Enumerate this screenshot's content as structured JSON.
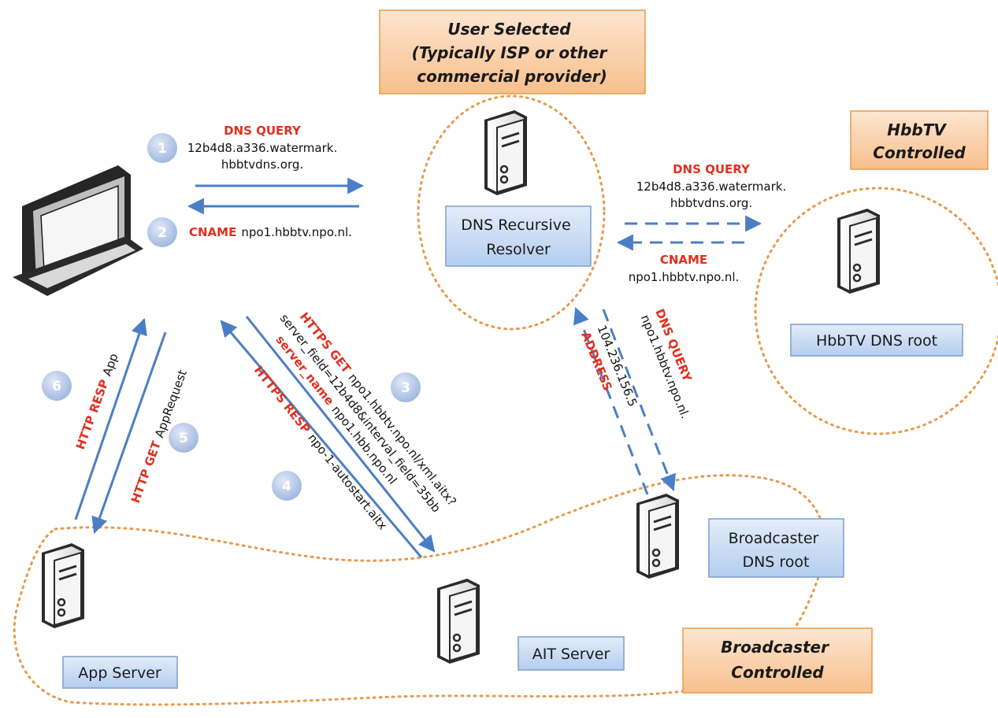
{
  "zones": {
    "user_selected": {
      "title_lines": [
        "User Selected",
        "(Typically ISP or other",
        "commercial provider)"
      ]
    },
    "hbbtv": {
      "title_lines": [
        "HbbTV",
        "Controlled"
      ]
    },
    "broadcaster": {
      "title_lines": [
        "Broadcaster",
        "Controlled"
      ]
    }
  },
  "nodes": {
    "resolver": {
      "lines": [
        "DNS Recursive",
        "Resolver"
      ]
    },
    "hbbtv_root": {
      "lines": [
        "HbbTV DNS root"
      ]
    },
    "broadcaster_root": {
      "lines": [
        "Broadcaster",
        "DNS root"
      ]
    },
    "ait_server": {
      "lines": [
        "AIT Server"
      ]
    },
    "app_server": {
      "lines": [
        "App Server"
      ]
    }
  },
  "steps": [
    "1",
    "2",
    "3",
    "4",
    "5",
    "6"
  ],
  "labels": {
    "q1": {
      "keyword": "DNS QUERY",
      "line1": "12b4d8.a336.watermark.",
      "line2": "hbbtvdns.org."
    },
    "c2": {
      "keyword": "CNAME",
      "text": "npo1.hbbtv.npo.nl."
    },
    "q_root": {
      "keyword": "DNS QUERY",
      "line1": "12b4d8.a336.watermark.",
      "line2": "hbbtvdns.org."
    },
    "c_root": {
      "keyword": "CNAME",
      "text": "npo1.hbbtv.npo.nl."
    },
    "q_bc": {
      "keyword": "DNS QUERY",
      "text": "npo1.hbbtv.npo.nl."
    },
    "addr": {
      "keyword": "ADDRESS",
      "text": "104.236.156.5"
    },
    "get3": {
      "keyword": "HTTPS GET",
      "url": "npo1.hbbtv.npo.nl/xml.aitx?",
      "params": "server_field=12b4d8&interval_field=35bb",
      "server_key": "server_name",
      "server_val": "npo1.hbb.npo.nl"
    },
    "resp4": {
      "keyword": "HTTPS RESP",
      "text": "npo-1-autostart.aitx"
    },
    "get5": {
      "keyword": "HTTP GET",
      "text": "AppRequest"
    },
    "resp6": {
      "keyword": "HTTP RESP",
      "text": "App"
    }
  },
  "colors": {
    "arrow": "#4a7ec6",
    "keyword": "#e0301e",
    "orange_border": "#e69a4e",
    "orange_fill": "#fbd3ad",
    "blue_box": "#c9dbf3",
    "circle": "#a5bde4"
  }
}
